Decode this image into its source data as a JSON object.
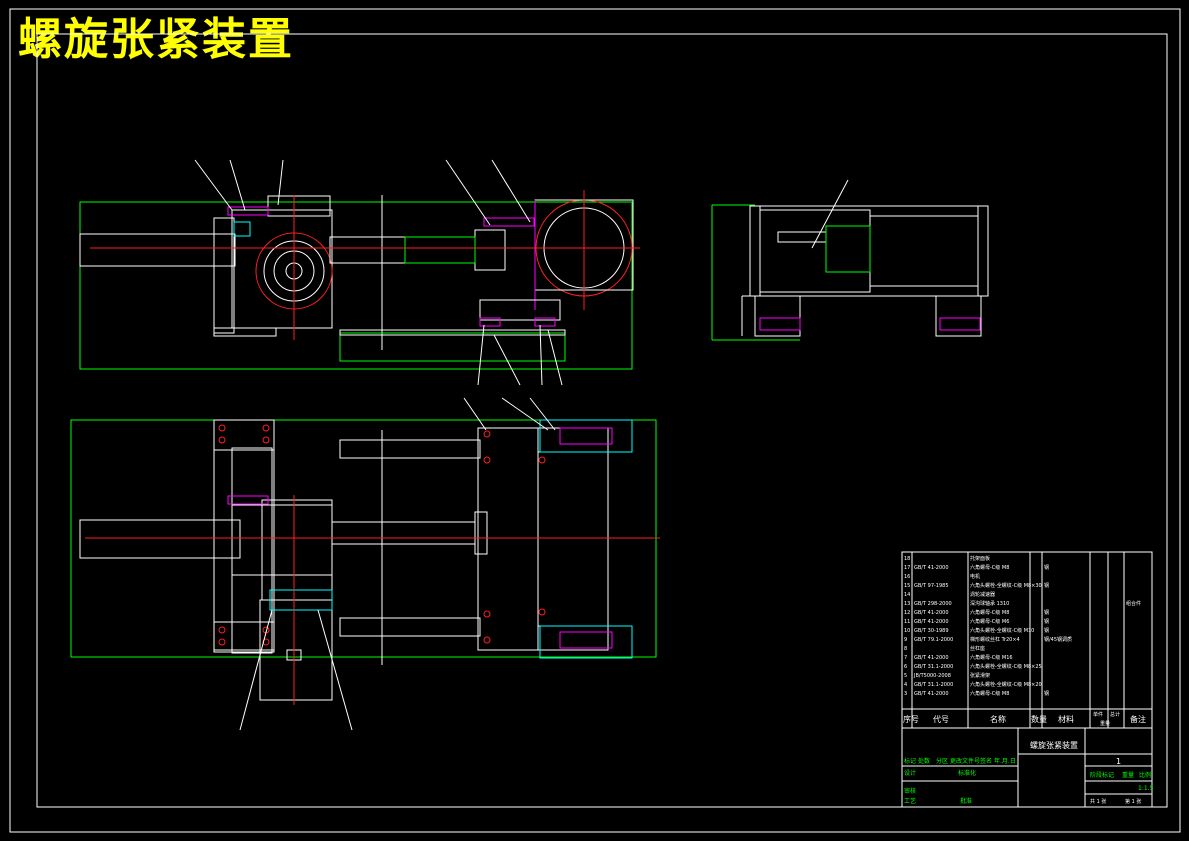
{
  "drawing": {
    "title": "螺旋张紧装置",
    "colors": {
      "background": "#000000",
      "title": "#ffff00",
      "outline": "#ffffff",
      "dimension": "#00ff00",
      "centerline": "#ff2020",
      "section": "#ff00ff",
      "hatch": "#00ffff"
    }
  },
  "title_block": {
    "drawing_name": "螺旋张紧装置",
    "sheet_no": "1",
    "scale": "1:1.5",
    "sheets": "共 1 张",
    "sheet_of": "第 1 张",
    "headers": {
      "index": "序号",
      "code": "代号",
      "name": "名称",
      "qty": "数量",
      "material": "材料",
      "unit_weight": "单件",
      "total_weight": "总计",
      "weight": "重量",
      "remarks": "备注"
    },
    "rows": [
      {
        "no": "18",
        "code": "",
        "name": "托架面板",
        "material": "",
        "remark": ""
      },
      {
        "no": "17",
        "code": "GB/T 41-2000",
        "name": "六角螺母-C级 M8",
        "material": "钢",
        "remark": ""
      },
      {
        "no": "16",
        "code": "",
        "name": "电机",
        "material": "",
        "remark": ""
      },
      {
        "no": "15",
        "code": "GB/T 97-1985",
        "name": "六角头螺栓-全螺纹-C级 M8×30",
        "material": "钢",
        "remark": ""
      },
      {
        "no": "14",
        "code": "",
        "name": "涡轮减速器",
        "material": "",
        "remark": ""
      },
      {
        "no": "13",
        "code": "GB/T 298-2000",
        "name": "深沟球轴承 1310",
        "material": "",
        "remark": "组合件"
      },
      {
        "no": "12",
        "code": "GB/T 41-2000",
        "name": "六角螺母-C级 M8",
        "material": "钢",
        "remark": ""
      },
      {
        "no": "11",
        "code": "GB/T 41-2000",
        "name": "六角螺母-C级 M6",
        "material": "钢",
        "remark": ""
      },
      {
        "no": "10",
        "code": "GB/T 30-1989",
        "name": "六角头螺栓-全螺纹-C级 M10",
        "material": "钢",
        "remark": ""
      },
      {
        "no": "9",
        "code": "GB/T 79.1-2000",
        "name": "梯形螺纹丝杠 Tr20×4",
        "material": "钢/45钢调质",
        "remark": ""
      },
      {
        "no": "8",
        "code": "",
        "name": "丝杠座",
        "material": "",
        "remark": ""
      },
      {
        "no": "7",
        "code": "GB/T 41-2000",
        "name": "六角螺母-C级 M16",
        "material": "",
        "remark": ""
      },
      {
        "no": "6",
        "code": "GB/T 31.1-2000",
        "name": "六角头螺栓-全螺纹-C级 M8×25",
        "material": "",
        "remark": ""
      },
      {
        "no": "5",
        "code": "JB/T5000-2008",
        "name": "张紧滑架",
        "material": "",
        "remark": ""
      },
      {
        "no": "4",
        "code": "GB/T 31.1-2000",
        "name": "六角头螺栓-全螺纹-C级 M8×20",
        "material": "",
        "remark": ""
      },
      {
        "no": "3",
        "code": "GB/T 41-2000",
        "name": "六角螺母-C级 M8",
        "material": "钢",
        "remark": ""
      }
    ],
    "bottom": {
      "mark": "标记",
      "count": "处数",
      "zone": "分区",
      "change_no": "更改文件号",
      "sign": "签名",
      "date": "年.月.日",
      "designer": "设计",
      "standard": "标准化",
      "check": "审核",
      "process": "工艺",
      "approve": "批准",
      "stage": "阶段标记",
      "weight": "重量",
      "scale_label": "比例"
    }
  }
}
